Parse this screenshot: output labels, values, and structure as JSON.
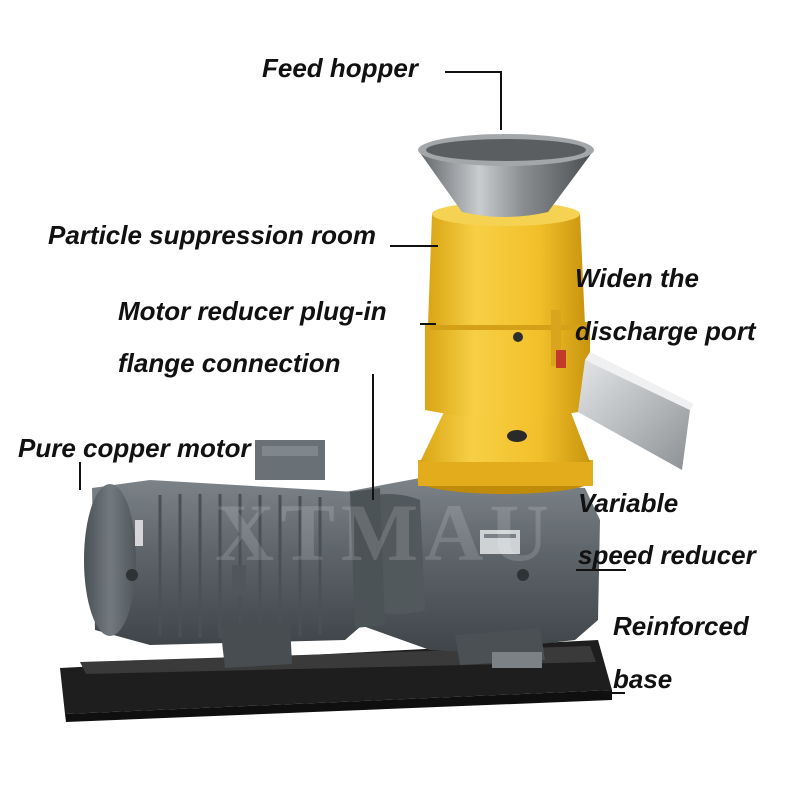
{
  "labels": {
    "feed_hopper": "Feed hopper",
    "particle_room": "Particle suppression room",
    "motor_reducer_line1": "Motor reducer plug-in",
    "motor_reducer_line2": "flange connection",
    "copper_motor": "Pure copper motor",
    "discharge_line1": "Widen the",
    "discharge_line2": "discharge port",
    "variable_line1": "Variable",
    "variable_line2": "speed reducer",
    "base_line1": "Reinforced",
    "base_line2": "base"
  },
  "watermark": "XTMAU",
  "colors": {
    "hopper_steel": "#8a8d90",
    "body_yellow": "#f2c02a",
    "motor_gray": "#5d6469",
    "base_black": "#1e1e1e",
    "chute_steel": "#b9bcbf",
    "label_text": "#111111"
  }
}
